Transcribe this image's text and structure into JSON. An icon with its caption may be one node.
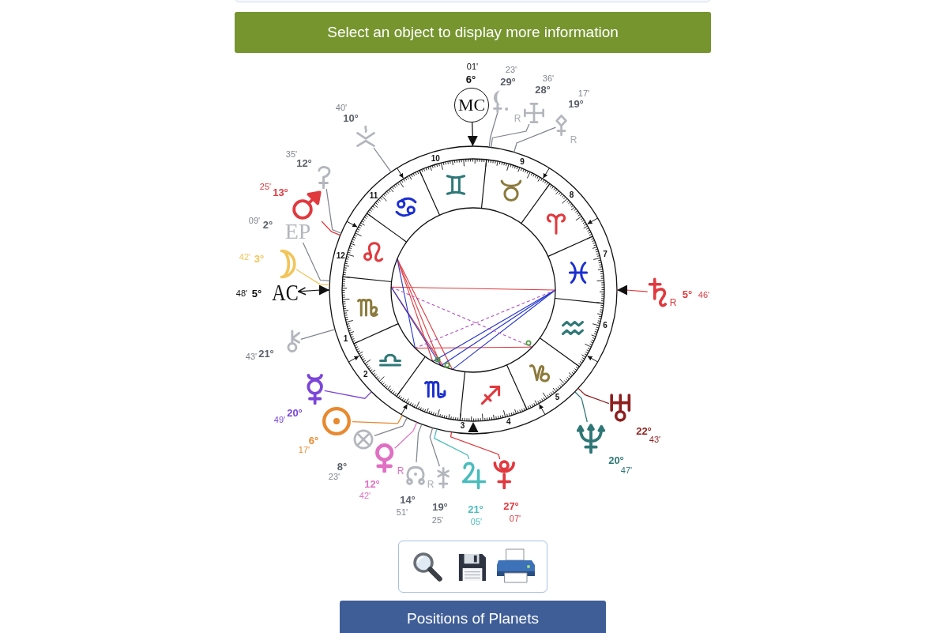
{
  "diagram": {
    "nodes": [
      {
        "text": [
          "MC"
        ],
        "beside": [
          "01'",
          "6°"
        ]
      },
      {
        "text": [],
        "shape": "picture",
        "beside": [
          "23'",
          "29°",
          "R"
        ]
      },
      {
        "text": [],
        "shape": "picture",
        "beside": [
          "36'",
          "28°"
        ]
      },
      {
        "text": [],
        "shape": "picture",
        "beside": [
          "17'",
          "19°",
          "R"
        ]
      },
      {
        "text": [],
        "shape": "picture",
        "beside": [
          "40'",
          "10°"
        ]
      },
      {
        "text": [],
        "shape": "circle"
      },
      {
        "text": [],
        "shape": "picture",
        "beside": [
          "35'",
          "12°"
        ]
      },
      {
        "text": [],
        "shape": "picture",
        "beside": [
          "25'",
          "13°"
        ]
      },
      {
        "text": [
          "EP"
        ],
        "beside": [
          "09'",
          "2°"
        ]
      },
      {
        "text": [],
        "shape": "picture",
        "beside": [
          "42'",
          "3°"
        ]
      },
      {
        "text": [
          "AC"
        ],
        "beside": [
          "48'",
          "5°"
        ]
      },
      {
        "text": [],
        "shape": "picture",
        "beside": [
          "R",
          "5°",
          "46'"
        ]
      },
      {
        "text": [],
        "shape": "picture",
        "beside": [
          "43'",
          "21°"
        ]
      },
      {
        "text": [],
        "shape": "picture",
        "beside": [
          "20°",
          "49'"
        ]
      },
      {
        "text": [],
        "shape": "picture",
        "beside": [
          "22°",
          "43'"
        ]
      },
      {
        "text": [],
        "shape": "picture",
        "beside": [
          "6°",
          "17'"
        ]
      },
      {
        "text": [],
        "shape": "picture",
        "beside": [
          "20°",
          "47'"
        ]
      },
      {
        "text": [],
        "shape": "picture",
        "beside": [
          "8°",
          "23'"
        ]
      },
      {
        "text": [],
        "shape": "picture",
        "beside": [
          "R",
          "12°",
          "42'"
        ]
      },
      {
        "text": [],
        "shape": "picture",
        "beside": [
          "R",
          "14°",
          "51'"
        ]
      },
      {
        "text": [],
        "shape": "picture",
        "beside": [
          "19°",
          "25'"
        ]
      },
      {
        "text": [],
        "shape": "picture",
        "beside": [
          "21°",
          "05'"
        ]
      },
      {
        "text": [],
        "shape": "picture",
        "beside": [
          "27°",
          "07'"
        ]
      }
    ],
    "edges": [
      {
        "from": 0,
        "to": 5,
        "arrow": "to",
        "color": "#111111"
      },
      {
        "from": 1,
        "to": 5,
        "arrow": "none"
      },
      {
        "from": 2,
        "to": 5,
        "arrow": "none"
      },
      {
        "from": 3,
        "to": 5,
        "arrow": "none"
      },
      {
        "from": 4,
        "to": 5,
        "arrow": "none"
      },
      {
        "from": 6,
        "to": 5,
        "arrow": "none"
      },
      {
        "from": 7,
        "to": 5,
        "arrow": "none",
        "color": "#e0393e"
      },
      {
        "from": 8,
        "to": 5,
        "arrow": "none"
      },
      {
        "from": 9,
        "to": 5,
        "arrow": "none",
        "color": "#f2c55a"
      },
      {
        "from": 10,
        "to": 5,
        "arrow": "both",
        "color": "#111111"
      },
      {
        "from": 11,
        "to": 5,
        "arrow": "to",
        "color": "#e0393e"
      },
      {
        "from": 12,
        "to": 5,
        "arrow": "none"
      },
      {
        "from": 13,
        "to": 5,
        "arrow": "none",
        "color": "#7b46d8"
      },
      {
        "from": 14,
        "to": 5,
        "arrow": "none",
        "color": "#8d1f1f"
      },
      {
        "from": 15,
        "to": 5,
        "arrow": "none",
        "color": "#e8892e"
      },
      {
        "from": 16,
        "to": 5,
        "arrow": "none",
        "color": "#2f7676"
      },
      {
        "from": 17,
        "to": 5,
        "arrow": "none"
      },
      {
        "from": 18,
        "to": 5,
        "arrow": "none",
        "color": "#e070c2"
      },
      {
        "from": 19,
        "to": 5,
        "arrow": "none"
      },
      {
        "from": 20,
        "to": 5,
        "arrow": "none"
      },
      {
        "from": 21,
        "to": 5,
        "arrow": "none",
        "color": "#4bbcbc"
      },
      {
        "from": 22,
        "to": 5,
        "arrow": "none",
        "color": "#e0393e"
      }
    ],
    "labels": [
      "Select an object to display more information",
      "10",
      "9",
      "11",
      "8",
      "12",
      "7",
      "1",
      "6",
      "2",
      "5",
      "3",
      "4",
      "Positions of Planets"
    ]
  }
}
